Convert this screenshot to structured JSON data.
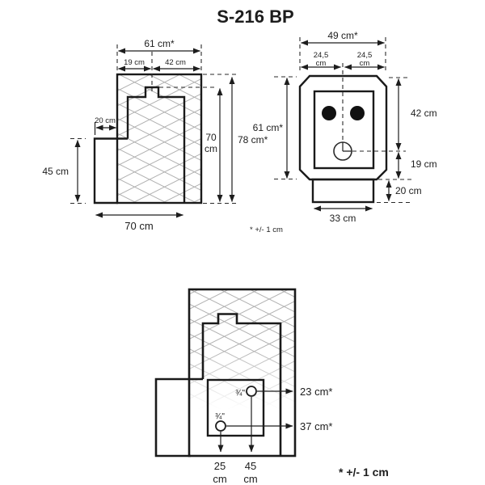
{
  "title": "S-216 BP",
  "accent_colors": {
    "line": "#1a1a1a",
    "hatch": "#adadad"
  },
  "side_view": {
    "dim_width_total": "61 cm*",
    "dim_width_rear": "19 cm",
    "dim_width_front": "42 cm",
    "dim_foot_depth": "20 cm",
    "dim_foot_height": "45 cm",
    "dim_depth_total": "70 cm",
    "dim_height_body": [
      "70",
      "cm"
    ],
    "dim_height_total": "78 cm*"
  },
  "front_view": {
    "dim_width_total": "49 cm*",
    "dim_width_left": [
      "24,5",
      "cm"
    ],
    "dim_width_right": [
      "24,5",
      "cm"
    ],
    "dim_height_total": "61 cm*",
    "dim_height_upper": "42 cm",
    "dim_height_lower": "19 cm",
    "dim_base_height": "20 cm",
    "dim_base_width": "33 cm",
    "tolerance_note": "* +/- 1 cm"
  },
  "bottom_view": {
    "connection_top_size": "¾\"",
    "connection_bottom_size": "¾\"",
    "dim_connection_top": "23 cm*",
    "dim_connection_bottom": "37 cm*",
    "dim_offset_small": [
      "25",
      "cm"
    ],
    "dim_offset_large": [
      "45",
      "cm"
    ],
    "tolerance_note": "* +/- 1 cm"
  }
}
